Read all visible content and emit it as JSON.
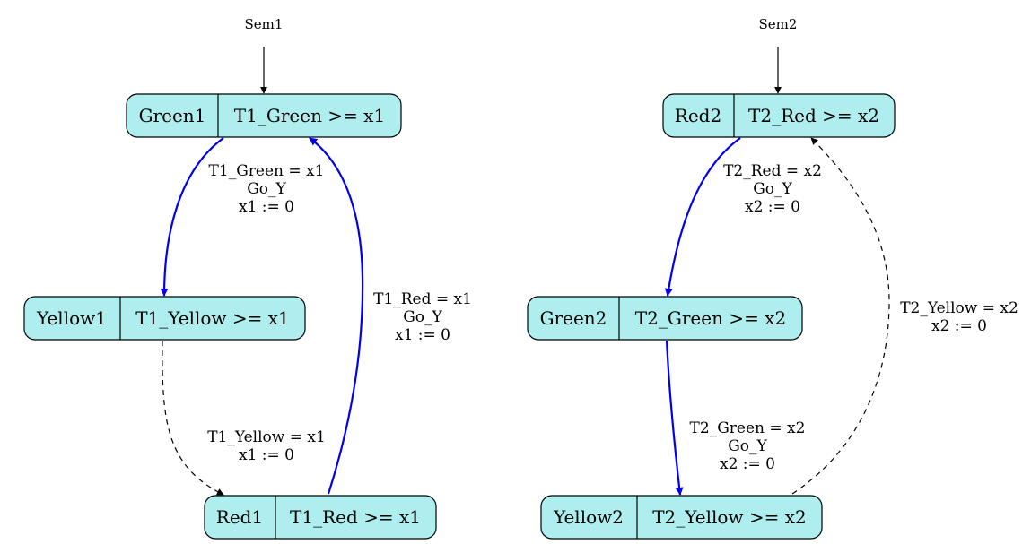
{
  "automata": [
    {
      "init_label": "Sem1",
      "states": [
        {
          "name": "Green1",
          "invariant": "T1_Green >= x1"
        },
        {
          "name": "Yellow1",
          "invariant": "T1_Yellow >= x1"
        },
        {
          "name": "Red1",
          "invariant": "T1_Red >= x1"
        }
      ],
      "transitions": [
        {
          "from": "Green1",
          "to": "Yellow1",
          "style": "controllable",
          "label": [
            "T1_Green = x1",
            "Go_Y",
            "x1 := 0"
          ]
        },
        {
          "from": "Yellow1",
          "to": "Red1",
          "style": "uncontrollable",
          "label": [
            "T1_Yellow = x1",
            "x1 := 0"
          ]
        },
        {
          "from": "Red1",
          "to": "Green1",
          "style": "controllable",
          "label": [
            "T1_Red = x1",
            "Go_Y",
            "x1 := 0"
          ]
        }
      ]
    },
    {
      "init_label": "Sem2",
      "states": [
        {
          "name": "Red2",
          "invariant": "T2_Red >= x2"
        },
        {
          "name": "Green2",
          "invariant": "T2_Green >= x2"
        },
        {
          "name": "Yellow2",
          "invariant": "T2_Yellow >= x2"
        }
      ],
      "transitions": [
        {
          "from": "Red2",
          "to": "Green2",
          "style": "controllable",
          "label": [
            "T2_Red = x2",
            "Go_Y",
            "x2 := 0"
          ]
        },
        {
          "from": "Green2",
          "to": "Yellow2",
          "style": "controllable",
          "label": [
            "T2_Green = x2",
            "Go_Y",
            "x2 := 0"
          ]
        },
        {
          "from": "Yellow2",
          "to": "Red2",
          "style": "uncontrollable",
          "label": [
            "T2_Yellow = x2",
            "x2 := 0"
          ]
        }
      ]
    }
  ],
  "colors": {
    "node_fill": "#afeeee",
    "controllable_edge": "#0000ee",
    "uncontrollable_edge": "#000000"
  }
}
